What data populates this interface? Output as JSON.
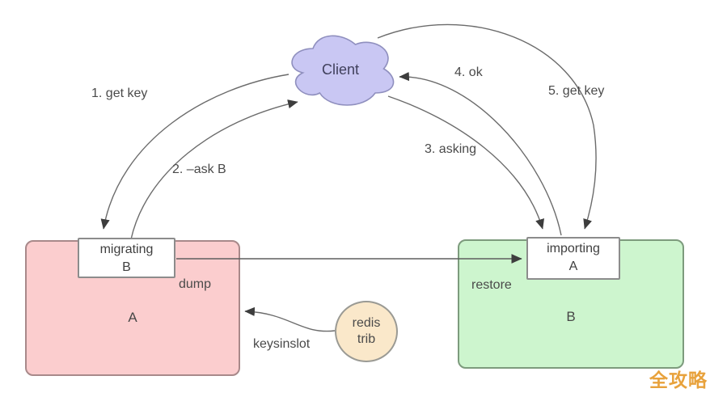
{
  "cloud": {
    "label": "Client"
  },
  "edges": {
    "step1_label": "1. get key",
    "step2_label": "2. –ask B",
    "step3_label": "3. asking",
    "step4_label": "4. ok",
    "step5_label": "5. get key",
    "dump_label": "dump",
    "restore_label": "restore",
    "keysinslot_label": "keysinslot"
  },
  "node_a": {
    "letter": "A",
    "tag_line1": "migrating",
    "tag_line2": "B"
  },
  "node_b": {
    "letter": "B",
    "tag_line1": "importing",
    "tag_line2": "A"
  },
  "helper": {
    "line1": "redis",
    "line2": "trib"
  },
  "watermark": "全攻略",
  "colors": {
    "node_a_fill": "#fbcdce",
    "node_a_border": "#a8898a",
    "node_b_fill": "#cdf5ce",
    "node_b_border": "#7d9b7d",
    "cloud_fill": "#c9c7f3",
    "cloud_border": "#8f8fbe",
    "helper_fill": "#fae8ca",
    "helper_border": "#9a9a94",
    "connector": "#6b6b6b",
    "watermark": "#e8a23c"
  }
}
